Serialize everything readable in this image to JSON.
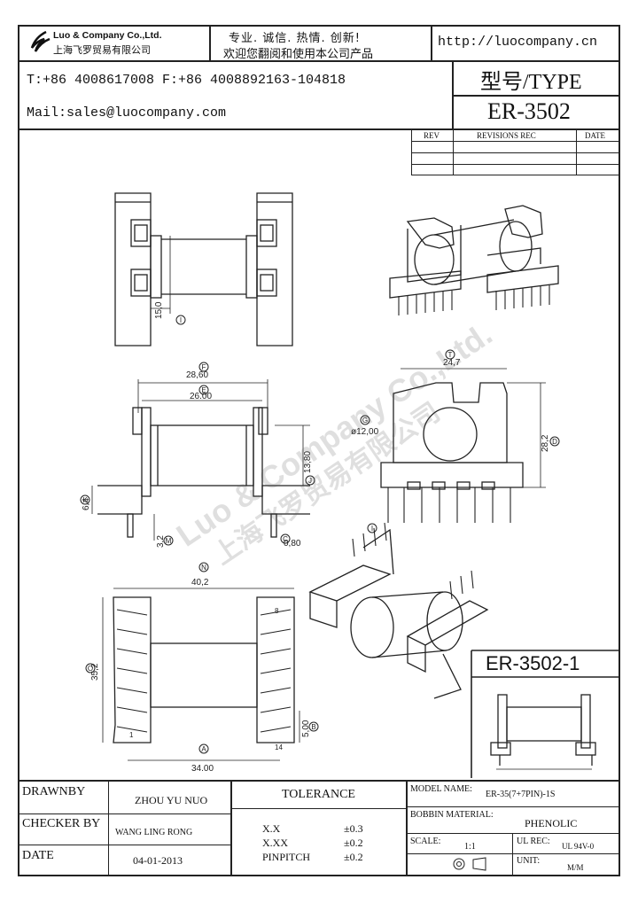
{
  "header": {
    "company_en": "Luo & Company Co.,Ltd.",
    "company_cn": "上海飞罗贸易有限公司",
    "slogan_line1": "专业. 诚信. 热情. 创新!",
    "slogan_line2": "欢迎您翻阅和使用本公司产品",
    "website": "http://luocompany.cn",
    "phone_fax": "T:+86 4008617008 F:+86 4008892163-104818",
    "email": "Mail:sales@luocompany.com",
    "type_label": "型号/TYPE",
    "model_number": "ER-3502"
  },
  "revisions": {
    "col_rev": "REV",
    "col_rec": "REVISIONS REC",
    "col_date": "DATE"
  },
  "drawing": {
    "top_view_dim": "15,0",
    "front_overall_width": "28,60",
    "front_inner_width": "26.00",
    "front_height": "13,80",
    "front_left_height": "6,4",
    "front_pin_length": "3,2",
    "front_pin_dia": "0,80",
    "side_width": "24,7",
    "side_height": "28,2",
    "side_hole_dia": "ø12,00",
    "bottom_overall_width": "40,2",
    "bottom_height": "35,2",
    "bottom_pin_span": "34.00",
    "bottom_pin_pitch": "5,00",
    "pin_label_top": "8",
    "pin_label_bottom": "1",
    "pin_label_right_bottom": "14",
    "callouts": [
      "A",
      "B",
      "C",
      "D",
      "E",
      "F",
      "G",
      "I",
      "J",
      "K",
      "M",
      "N",
      "O",
      "T"
    ],
    "watermark_en": "Luo & Company Co.,Ltd.",
    "watermark_cn": "上海飞罗贸易有限公司",
    "variant_model": "ER-3502-1"
  },
  "titleblock": {
    "drawnby_label": "DRAWNBY",
    "drawnby_value": "ZHOU YU NUO",
    "checker_label": "CHECKER BY",
    "checker_value": "WANG LING RONG",
    "date_label": "DATE",
    "date_value": "04-01-2013",
    "tolerance_label": "TOLERANCE",
    "tol_xx_label": "X.X",
    "tol_xx_value": "±0.3",
    "tol_xxx_label": "X.XX",
    "tol_xxx_value": "±0.2",
    "tol_pin_label": "PINPITCH",
    "tol_pin_value": "±0.2",
    "model_name_label": "MODEL NAME:",
    "model_name_value": "ER-35(7+7PIN)-1S",
    "bobbin_label": "BOBBIN MATERIAL:",
    "bobbin_value": "PHENOLIC",
    "scale_label": "SCALE:",
    "scale_value": "1:1",
    "ul_label": "UL REC:",
    "ul_value": "UL 94V-0",
    "unit_label": "UNIT:",
    "unit_value": "M/M"
  }
}
